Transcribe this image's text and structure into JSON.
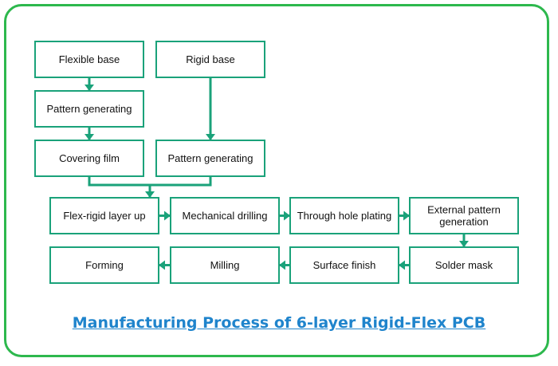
{
  "diagram": {
    "nodes": [
      {
        "id": "flexible-base",
        "lines": [
          "Flexible base"
        ]
      },
      {
        "id": "rigid-base",
        "lines": [
          "Rigid base"
        ]
      },
      {
        "id": "pattern-generating-flex",
        "lines": [
          "Pattern generating"
        ]
      },
      {
        "id": "covering-film",
        "lines": [
          "Covering film"
        ]
      },
      {
        "id": "pattern-generating-rigid",
        "lines": [
          "Pattern generating"
        ]
      },
      {
        "id": "flex-rigid-layer-up",
        "lines": [
          "Flex-rigid layer up"
        ]
      },
      {
        "id": "mechanical-drilling",
        "lines": [
          "Mechanical drilling"
        ]
      },
      {
        "id": "through-hole-plating",
        "lines": [
          "Through hole plating"
        ]
      },
      {
        "id": "external-pattern-generation",
        "lines": [
          "External pattern",
          "generation"
        ]
      },
      {
        "id": "solder-mask",
        "lines": [
          "Solder mask"
        ]
      },
      {
        "id": "surface-finish",
        "lines": [
          "Surface finish"
        ]
      },
      {
        "id": "milling",
        "lines": [
          "Milling"
        ]
      },
      {
        "id": "forming",
        "lines": [
          "Forming"
        ]
      }
    ],
    "edges": [
      [
        "flexible-base",
        "pattern-generating-flex"
      ],
      [
        "pattern-generating-flex",
        "covering-film"
      ],
      [
        "rigid-base",
        "pattern-generating-rigid"
      ],
      [
        "covering-film",
        "flex-rigid-layer-up"
      ],
      [
        "pattern-generating-rigid",
        "flex-rigid-layer-up"
      ],
      [
        "flex-rigid-layer-up",
        "mechanical-drilling"
      ],
      [
        "mechanical-drilling",
        "through-hole-plating"
      ],
      [
        "through-hole-plating",
        "external-pattern-generation"
      ],
      [
        "external-pattern-generation",
        "solder-mask"
      ],
      [
        "solder-mask",
        "surface-finish"
      ],
      [
        "surface-finish",
        "milling"
      ],
      [
        "milling",
        "forming"
      ]
    ],
    "colors": {
      "box_border": "#1aa27a",
      "arrow": "#1aa27a",
      "frame": "#2db84d",
      "caption": "#1f84cc"
    }
  },
  "caption": "Manufacturing Process of 6-layer Rigid-Flex PCB"
}
